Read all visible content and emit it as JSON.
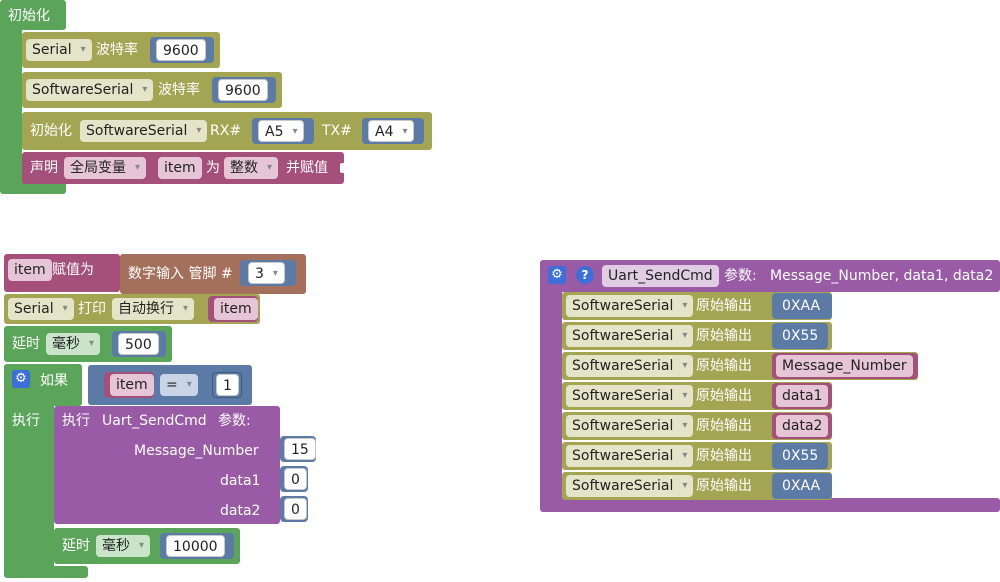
{
  "colors": {
    "green": "#5ba55b",
    "olive": "#a3a553",
    "pink": "#a5507a",
    "blue": "#5b7aa5",
    "purple": "#995ba5",
    "brown": "#a5705b",
    "gear_blue": "#3d6fd8"
  },
  "setup": {
    "header": "初始化",
    "serial_block": {
      "port": "Serial",
      "label": "波特率",
      "baud": "9600"
    },
    "softserial_block": {
      "port": "SoftwareSerial",
      "label": "波特率",
      "baud": "9600"
    },
    "softserial_init": {
      "label": "初始化",
      "port": "SoftwareSerial",
      "rx_label": "RX#",
      "rx_value": "A5",
      "tx_label": "TX#",
      "tx_value": "A4"
    },
    "declare": {
      "label": "声明",
      "scope": "全局变量",
      "var": "item",
      "as_label": "为",
      "type": "整数",
      "assign_label": "并赋值"
    }
  },
  "loop": {
    "assign": {
      "var": "item",
      "label": "赋值为",
      "read_label": "数字输入 管脚 #",
      "pin": "3"
    },
    "print": {
      "port": "Serial",
      "label": "打印",
      "mode": "自动换行",
      "var": "item"
    },
    "delay1": {
      "label": "延时",
      "unit": "毫秒",
      "value": "500"
    },
    "if_block": {
      "if_label": "如果",
      "cond_var": "item",
      "cond_op": "=",
      "cond_value": "1",
      "do_label": "执行",
      "call": {
        "label": "执行",
        "func": "Uart_SendCmd",
        "params_label": "参数:",
        "args": [
          {
            "name": "Message_Number",
            "value": "15"
          },
          {
            "name": "data1",
            "value": "0"
          },
          {
            "name": "data2",
            "value": "0"
          }
        ]
      },
      "delay": {
        "label": "延时",
        "unit": "毫秒",
        "value": "10000"
      }
    }
  },
  "function_def": {
    "name": "Uart_SendCmd",
    "params_label": "参数:",
    "params": "Message_Number, data1, data2",
    "rows": [
      {
        "port": "SoftwareSerial",
        "label": "原始输出",
        "value": "0XAA",
        "kind": "hex"
      },
      {
        "port": "SoftwareSerial",
        "label": "原始输出",
        "value": "0X55",
        "kind": "hex"
      },
      {
        "port": "SoftwareSerial",
        "label": "原始输出",
        "value": "Message_Number",
        "kind": "var"
      },
      {
        "port": "SoftwareSerial",
        "label": "原始输出",
        "value": "data1",
        "kind": "var"
      },
      {
        "port": "SoftwareSerial",
        "label": "原始输出",
        "value": "data2",
        "kind": "var"
      },
      {
        "port": "SoftwareSerial",
        "label": "原始输出",
        "value": "0X55",
        "kind": "hex"
      },
      {
        "port": "SoftwareSerial",
        "label": "原始输出",
        "value": "0XAA",
        "kind": "hex"
      }
    ]
  }
}
